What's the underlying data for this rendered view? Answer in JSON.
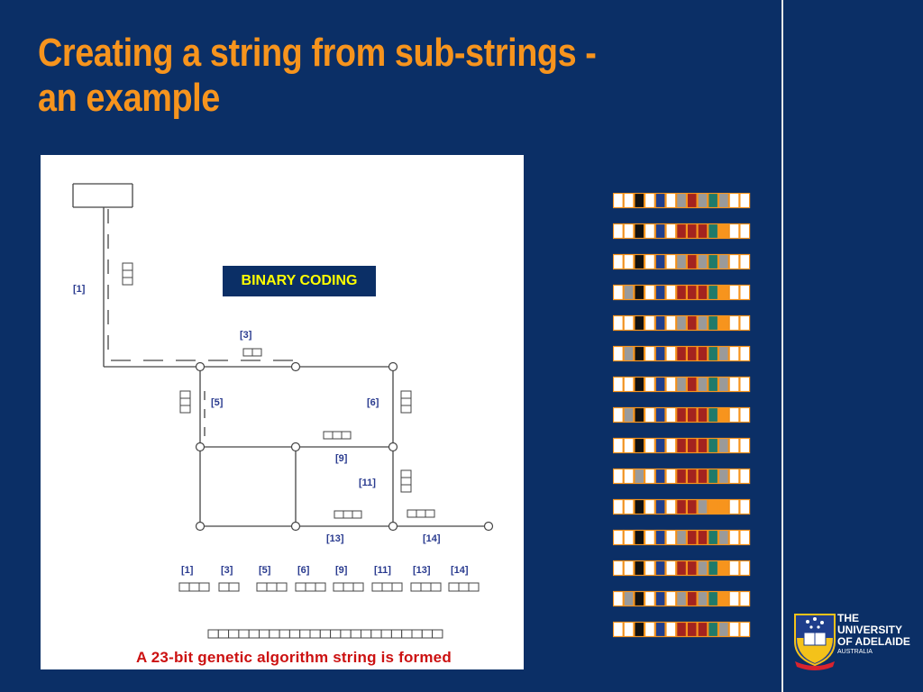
{
  "slide": {
    "title_line1": "Creating a string from sub-strings -",
    "title_line2": "an example"
  },
  "diagram": {
    "badge": "BINARY CODING",
    "caption": "A 23-bit genetic algorithm string is formed",
    "pipe_labels": [
      {
        "id": "1",
        "text": "[1]",
        "bits": 3
      },
      {
        "id": "3",
        "text": "[3]",
        "bits": 2
      },
      {
        "id": "5",
        "text": "[5]",
        "bits": 3
      },
      {
        "id": "6",
        "text": "[6]",
        "bits": 3
      },
      {
        "id": "9",
        "text": "[9]",
        "bits": 3
      },
      {
        "id": "11",
        "text": "[11]",
        "bits": 3
      },
      {
        "id": "13",
        "text": "[13]",
        "bits": 3
      },
      {
        "id": "14",
        "text": "[14]",
        "bits": 3
      }
    ],
    "full_string_bits": 23
  },
  "colors": {
    "background": "#0b2f66",
    "title": "#f7941d",
    "badge_text": "#ffff00",
    "caption": "#cc1111",
    "cell_border": "#f7941d",
    "palette": {
      "W": "#ffffff",
      "K": "#111111",
      "B": "#1f3e8c",
      "G": "#9a9a9a",
      "R": "#a3231f",
      "T": "#1f7a6a",
      "O": "#f7941d"
    }
  },
  "strings": [
    "WWKWBWGRGTGWW",
    "WWKWBWRRRTOWW",
    "WWKWBWGRGTGWW",
    "WGKWBWRRRTOWW",
    "WWKWBWGRGTOWW",
    "WGKWBWRRRTGWW",
    "WWKWBWGRGTGWW",
    "WGKWBWRRRTOWW",
    "WWKWBWRRRTGWW",
    "WWGWBWRRRTGWW",
    "WWKWBWRRGOOWW",
    "WWKWBWGRRTGWW",
    "WWKWBWRRGTOWW",
    "WGKWBWGRGTOWW",
    "WWKWBWRRRTGWW"
  ],
  "logo": {
    "line1": "THE UNIVERSITY",
    "line2": "OF ADELAIDE",
    "line3": "AUSTRALIA",
    "colors": {
      "shield": "#1f3e8c",
      "gold": "#f4c21a",
      "red": "#d9232e"
    }
  }
}
